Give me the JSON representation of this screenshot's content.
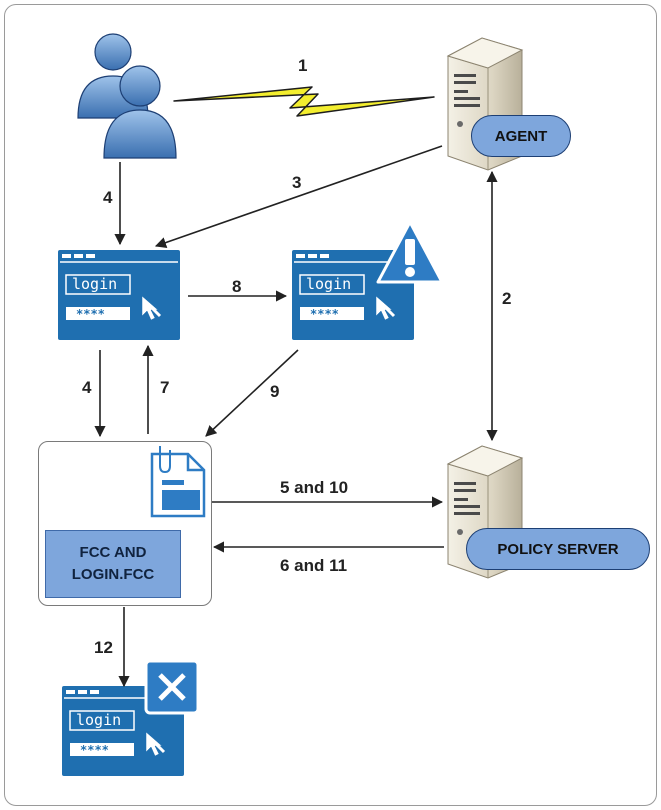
{
  "steps": {
    "s1": "1",
    "s2": "2",
    "s3": "3",
    "s4a": "4",
    "s4b": "4",
    "s5_10": "5 and 10",
    "s6_11": "6 and 11",
    "s7": "7",
    "s8": "8",
    "s9": "9",
    "s12": "12"
  },
  "nodes": {
    "agent": "AGENT",
    "policy_server": "POLICY SERVER",
    "fcc_line1": "FCC AND",
    "fcc_line2": "LOGIN.FCC",
    "login_text": "login",
    "password_text": "****"
  },
  "colors": {
    "window_blue": "#1f6fb0",
    "pill_fill": "#7ea6dc",
    "warning": "#2e7cc4",
    "lightning": "#f3ee2f"
  },
  "icons": [
    "users-icon",
    "server-icon",
    "login-window-icon",
    "warning-icon",
    "document-icon",
    "close-icon"
  ]
}
